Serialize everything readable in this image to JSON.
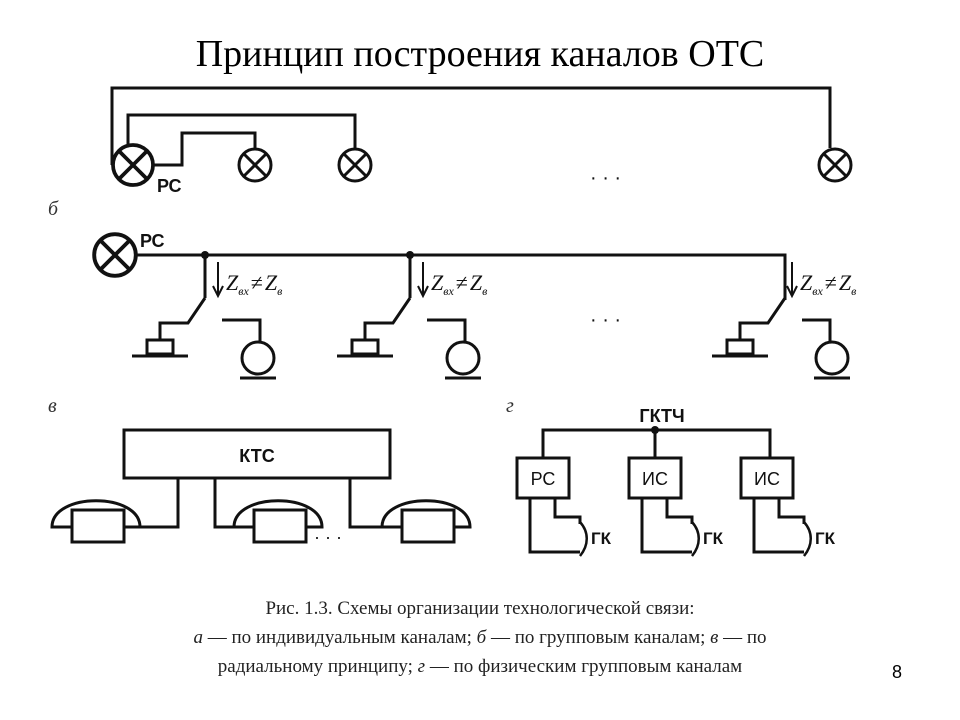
{
  "slide": {
    "title": "Принцип построения каналов ОТС",
    "page_number": "8"
  },
  "diagram": {
    "panel_labels": {
      "b": "б",
      "v": "в",
      "g": "г"
    },
    "a": {
      "rs_label": "РС",
      "ellipsis": "· · ·"
    },
    "b": {
      "rs_label": "РС",
      "impedance_z": "Z",
      "impedance_sub_in": "вх",
      "impedance_neq": "≠",
      "impedance_sub_line": "в",
      "ellipsis": "· · ·"
    },
    "v": {
      "kts_label": "КТС",
      "ellipsis": "· · ·"
    },
    "g": {
      "gktch_label": "ГКТЧ",
      "box_labels": [
        "РС",
        "ИС",
        "ИС"
      ],
      "gk_label": "ГК"
    }
  },
  "caption": {
    "line1": "Рис. 1.3. Схемы организации технологической связи:",
    "a_letter": "а",
    "a_text": " — по индивидуальным каналам; ",
    "b_letter": "б",
    "b_text": " — по групповым каналам; ",
    "v_letter": "в",
    "v_text": " — по",
    "line3_text": "радиальному принципу; ",
    "g_letter": "г",
    "g_text": " — по физическим групповым каналам"
  }
}
